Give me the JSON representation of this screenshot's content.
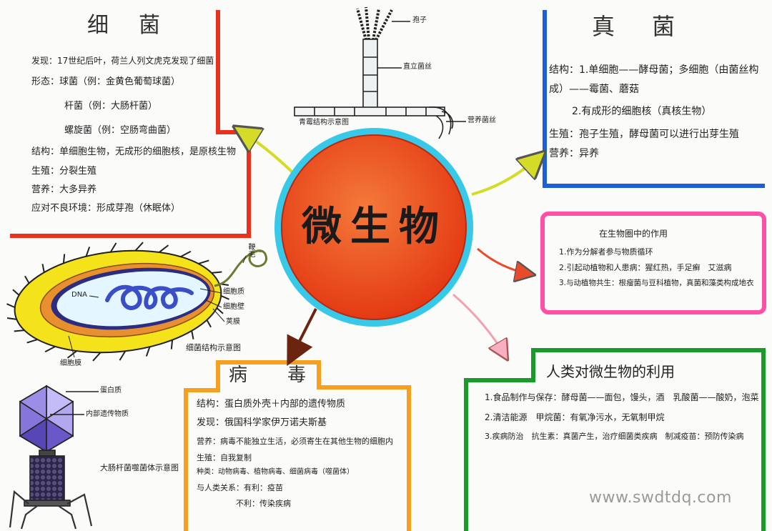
{
  "central_title": "微生物",
  "bacteria": {
    "title": "细菌",
    "lines": [
      "发现：17世纪后叶，荷兰人列文虎克发现了细菌",
      "形态：球菌（例：金黄色葡萄球菌）",
      "杆菌（例：大肠杆菌）",
      "螺旋菌（例：空肠弯曲菌）",
      "结构：单细胞生物，无成形的细胞核，是原核生物",
      "生殖：分裂生殖",
      "营养：大多异养",
      "应对不良环境：形成芽孢（休眠体）"
    ]
  },
  "bacteria_diagram": {
    "labels": {
      "flagellum": "鞭毛",
      "cytoplasm": "细胞质",
      "cell_wall": "细胞壁",
      "capsule": "荚膜",
      "dna": "DNA",
      "cell_membrane": "细胞膜"
    },
    "caption": "细菌结构示意图"
  },
  "mold_diagram": {
    "labels": {
      "spores": "孢子",
      "upright_hyphae": "直立菌丝",
      "nutrient_hyphae": "营养菌丝"
    },
    "caption": "青霉结构示意图"
  },
  "fungi": {
    "title": "真菌",
    "lines": [
      "结构：1.单细胞——酵母菌；多细胞（由菌丝构",
      "成）——霉菌、蘑菇",
      "2.有成形的细胞核（真核生物）",
      "生殖：孢子生殖，酵母菌可以进行出芽生殖",
      "营养：异养"
    ]
  },
  "role": {
    "title": "在生物圈中的作用",
    "lines": [
      "1.作为分解者参与物质循环",
      "2.引起动植物和人患病：猩红热，手足癣　艾滋病",
      "3.与动植物共生：根瘤菌与豆科植物，真菌和藻类构成地衣"
    ]
  },
  "utilization": {
    "title": "人类对微生物的利用",
    "lines": [
      "1.食品制作与保存：酵母菌——面包，馒头，酒　乳酸菌——酸奶，泡菜",
      "2.清洁能源　甲烷菌：有氧净污水，无氧制甲烷",
      "3.疾病防治　抗生素：真菌产生，治疗细菌类疾病　制减疫苗：预防传染病"
    ]
  },
  "virus": {
    "title": "病毒",
    "lines": [
      "结构：蛋白质外壳＋内部的遗传物质",
      "发现：俄国科学家伊万诺夫斯基",
      "营养：病毒不能独立生活，必须寄生在其他生物的细胞内",
      "生殖：自我复制",
      "种类：动物病毒、植物病毒、细菌病毒（噬菌体）",
      "与人类关系：有利：疫苗",
      "不利：传染疾病"
    ]
  },
  "phage_diagram": {
    "labels": {
      "protein": "蛋白质",
      "genetic_material": "内部遗传物质"
    },
    "caption": "大肠杆菌噬菌体示意图"
  },
  "watermark": "www.swdtdq.com",
  "colors": {
    "bacteria_border": "#e8321e",
    "fungi_border": "#1e5fd8",
    "role_border": "#ff4fa6",
    "utilization_border": "#1a9a2a",
    "virus_border": "#f5a01e",
    "circle_fill": "#e8421c",
    "circle_ring": "#38c8e8"
  }
}
